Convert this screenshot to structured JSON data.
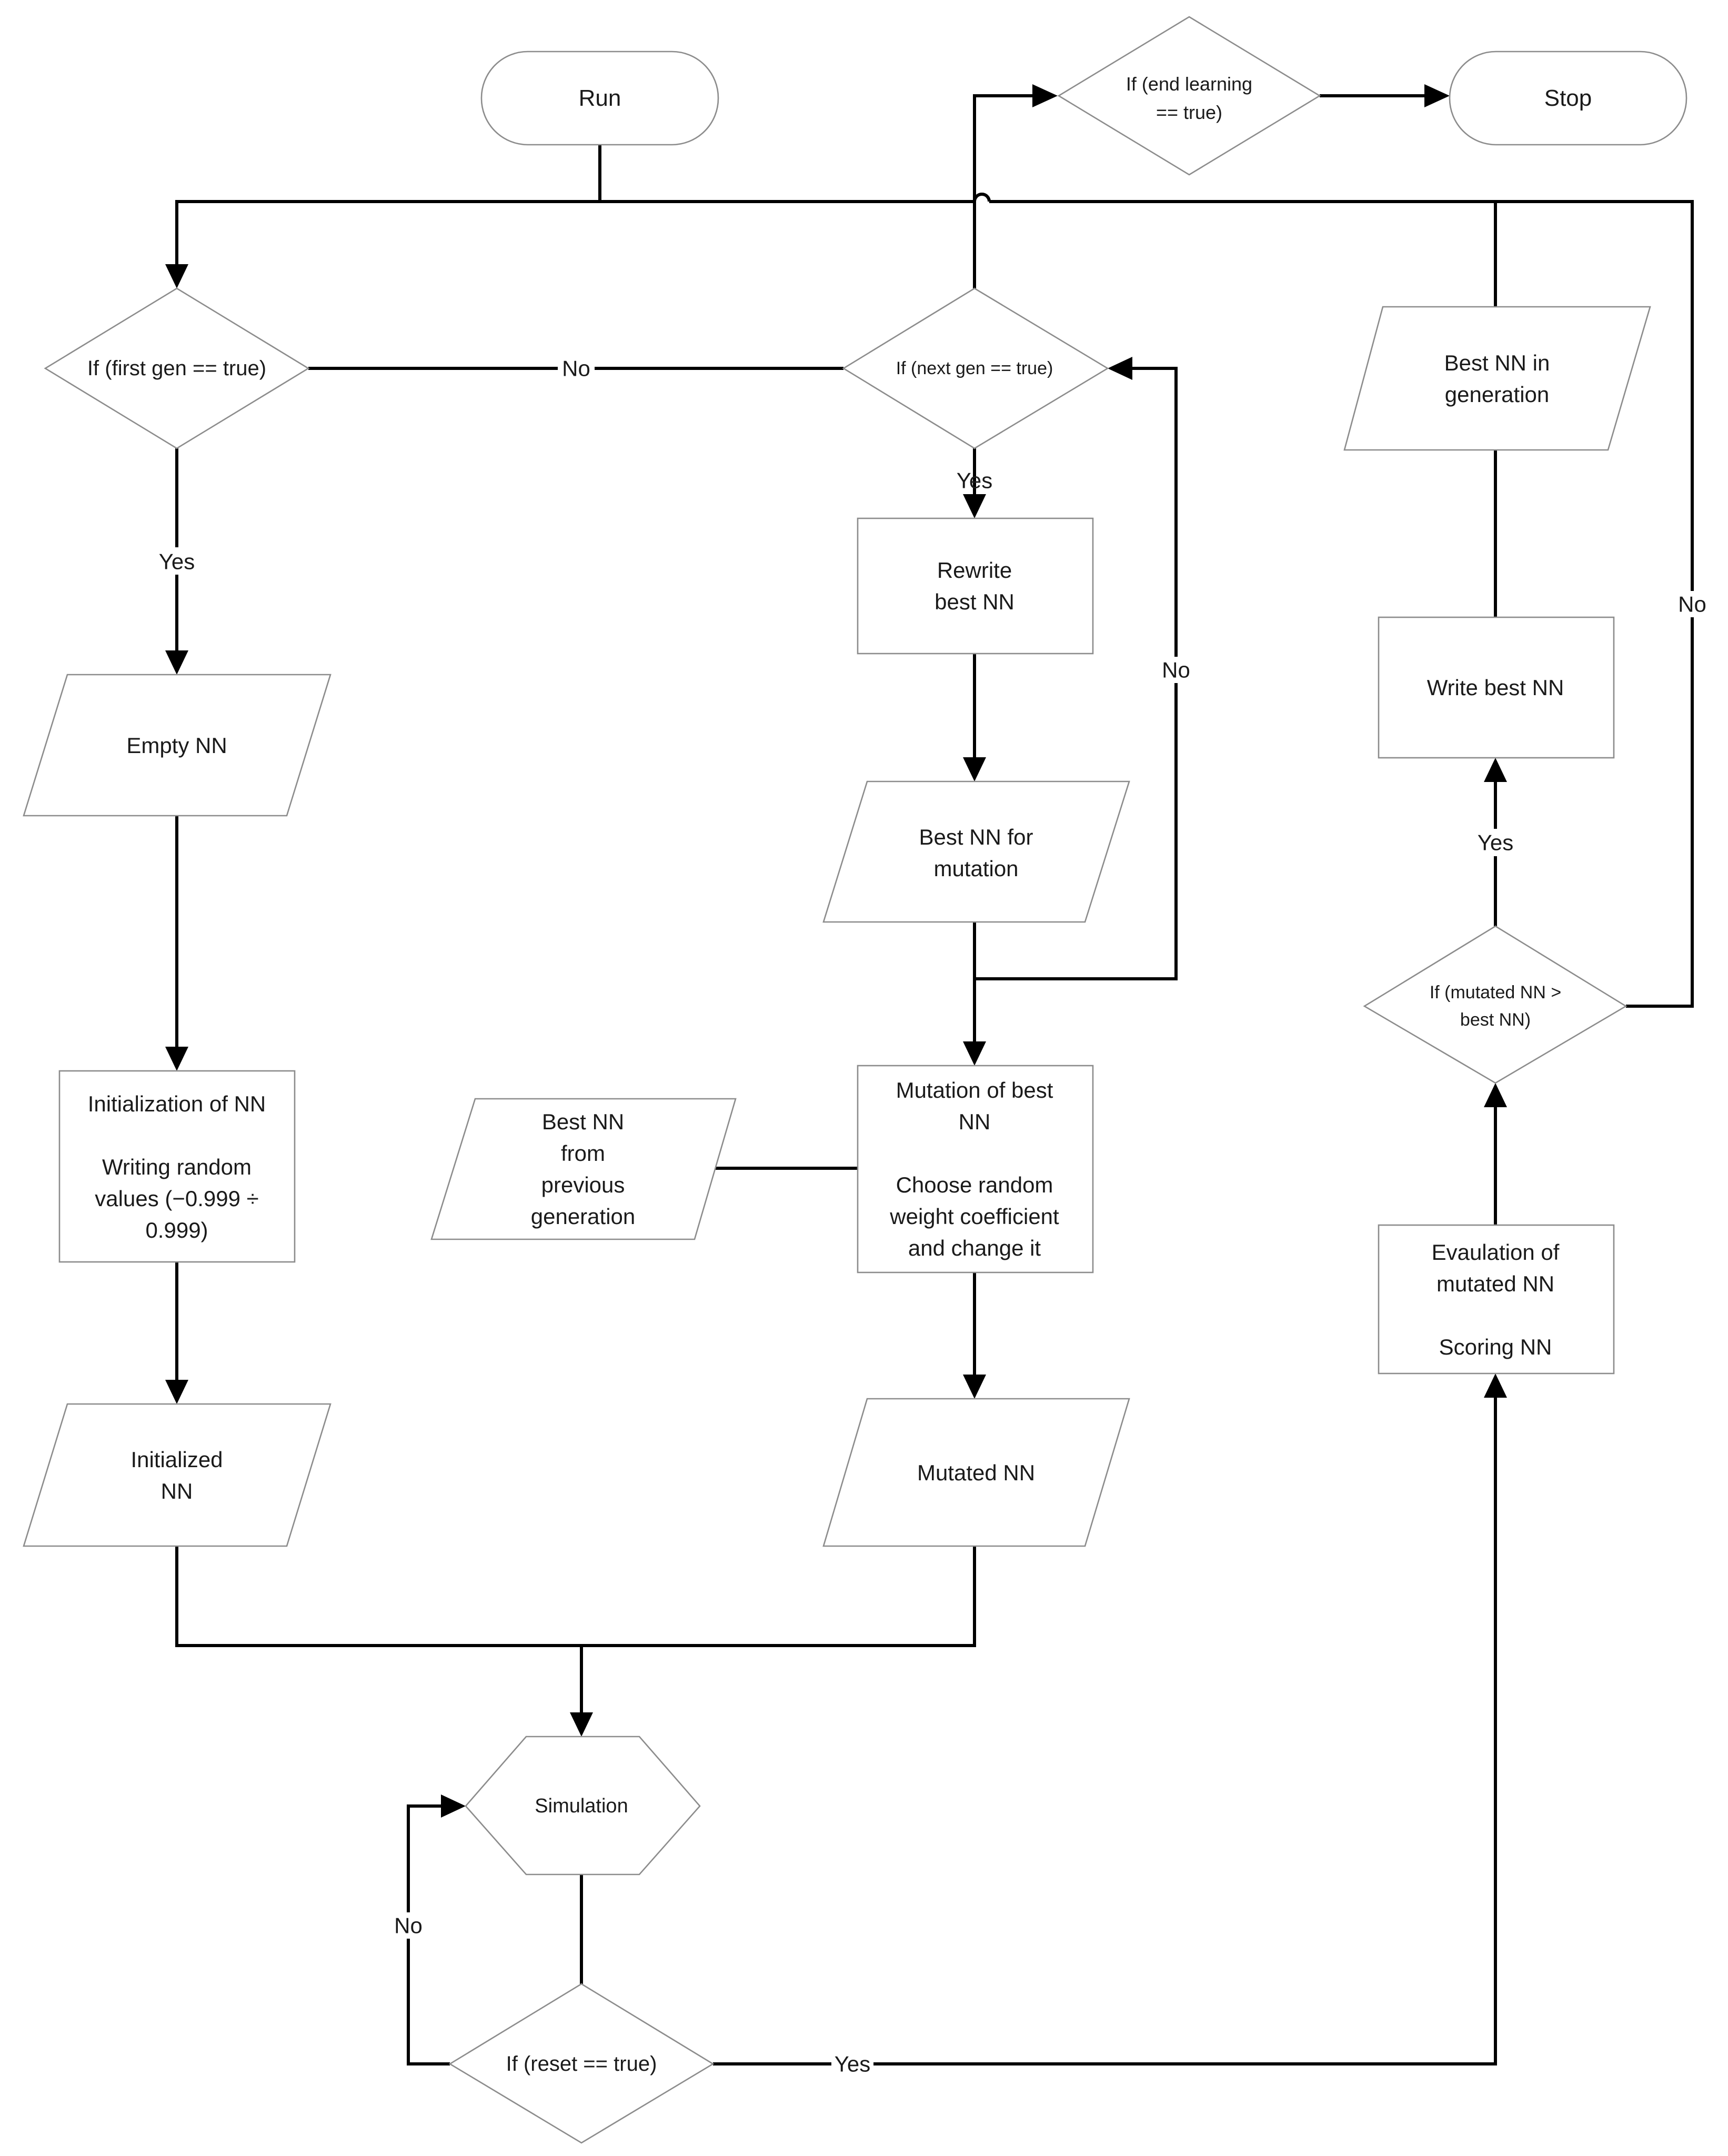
{
  "nodes": {
    "run": {
      "lines": [
        "Run"
      ]
    },
    "stop": {
      "lines": [
        "Stop"
      ]
    },
    "end_learning": {
      "lines": [
        "If (end learning",
        "== true)"
      ]
    },
    "first_gen": {
      "lines": [
        "If (first gen == true)"
      ]
    },
    "next_gen": {
      "lines": [
        "If (next gen == true)"
      ]
    },
    "best_in_generation": {
      "lines": [
        "Best NN in",
        "generation"
      ]
    },
    "empty_nn": {
      "lines": [
        "Empty NN"
      ]
    },
    "rewrite_best": {
      "lines": [
        "Rewrite",
        "best NN"
      ]
    },
    "write_best": {
      "lines": [
        "Write best NN"
      ]
    },
    "best_for_mutation": {
      "lines": [
        "Best NN for",
        "mutation"
      ]
    },
    "mutated_vs_best": {
      "lines": [
        "If (mutated NN >",
        "best NN)"
      ]
    },
    "initialization": {
      "lines": [
        "Initialization of NN",
        "",
        "Writing random",
        "values (−0.999 ÷",
        "0.999)"
      ]
    },
    "best_previous": {
      "lines": [
        "Best NN",
        "from",
        "previous",
        "generation"
      ]
    },
    "mutation": {
      "lines": [
        "Mutation of best",
        "NN",
        "",
        "Choose random",
        "weight coefficient",
        "and change it"
      ]
    },
    "evaluation": {
      "lines": [
        "Evaulation of",
        "mutated NN",
        "",
        "Scoring NN"
      ]
    },
    "initialized_nn": {
      "lines": [
        "Initialized",
        "NN"
      ]
    },
    "mutated_nn": {
      "lines": [
        "Mutated NN"
      ]
    },
    "simulation": {
      "lines": [
        "Simulation"
      ]
    },
    "reset": {
      "lines": [
        "If (reset == true)"
      ]
    }
  },
  "edge_labels": {
    "first_gen_no": "No",
    "first_gen_yes": "Yes",
    "next_gen_yes": "Yes",
    "best_for_mutation_no": "No",
    "mutated_yes": "Yes",
    "mutated_no": "No",
    "reset_no": "No",
    "reset_yes": "Yes"
  }
}
